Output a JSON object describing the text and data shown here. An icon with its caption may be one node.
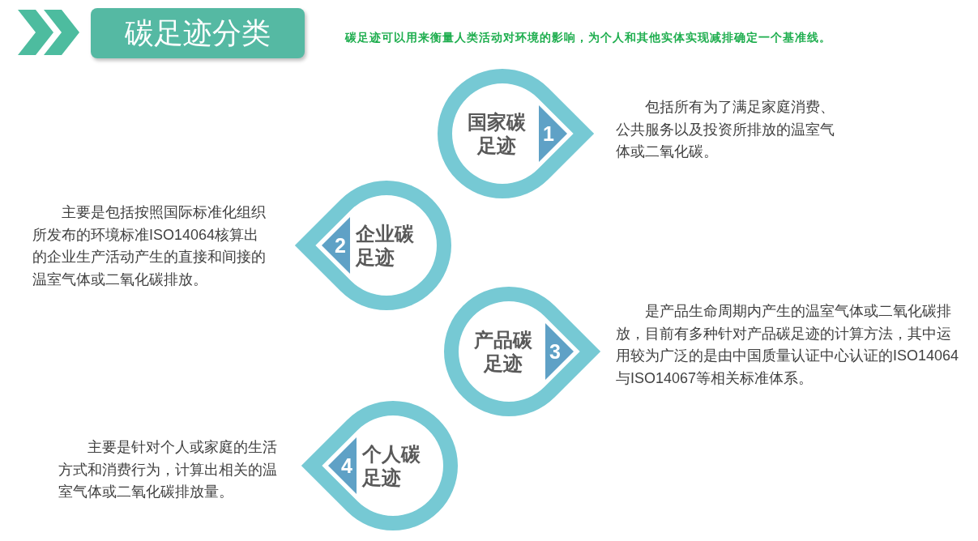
{
  "diagram": {
    "title": "碳足迹分类",
    "nodes": [
      {
        "text": [
          "国家碳足迹"
        ],
        "beside": [
          "包括所有为了满足家庭消费、公共服务以及投资所排放的温室气体或二氧化碳。"
        ]
      },
      {
        "text": [
          "1"
        ],
        "in": 0
      },
      {
        "text": [
          "企业碳足迹"
        ],
        "beside": [
          "主要是包括按照国际标准化组织所发布的环境标准ISO14064核算出的企业生产活动产生的直接和间接的温室气体或二氧化碳排放。"
        ]
      },
      {
        "text": [
          "2"
        ],
        "in": 2
      },
      {
        "text": [
          "产品碳足迹"
        ],
        "beside": [
          "是产品生命周期内产生的温室气体或二氧化碳排放，目前有多种针对产品碳足迹的计算方法，其中运用较为广泛的是由中国质量认证中心认证的ISO14064与ISO14067等相关标准体系。"
        ]
      },
      {
        "text": [
          "3"
        ],
        "in": 4
      },
      {
        "text": [
          "个人碳足迹"
        ],
        "beside": [
          "主要是针对个人或家庭的生活方式和消费行为，计算出相关的温室气体或二氧化碳排放量。"
        ]
      },
      {
        "text": [
          "4"
        ],
        "in": 6
      }
    ],
    "labels": [
      "碳足迹可以用来衡量人类活动对环境的影响，为个人和其他实体实现减排确定一个基准线。"
    ]
  }
}
